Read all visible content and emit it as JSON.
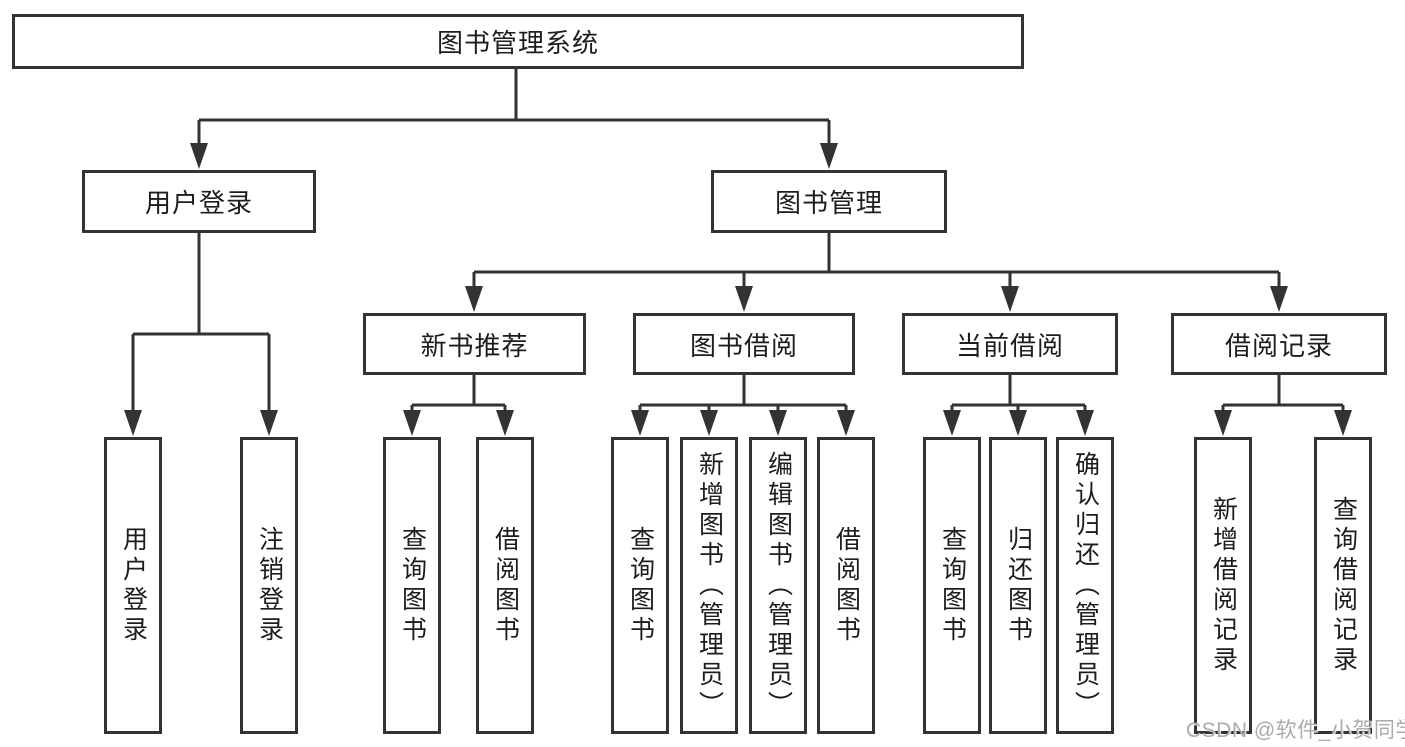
{
  "diagram": {
    "title_node": {
      "label": "图书管理系统"
    },
    "level2": [
      {
        "id": "user-login",
        "label": "用户登录"
      },
      {
        "id": "book-management",
        "label": "图书管理"
      }
    ],
    "level3": [
      {
        "id": "new-book-recommend",
        "label": "新书推荐"
      },
      {
        "id": "book-borrowing",
        "label": "图书借阅"
      },
      {
        "id": "current-borrowing",
        "label": "当前借阅"
      },
      {
        "id": "borrowing-records",
        "label": "借阅记录"
      }
    ],
    "leaves": [
      {
        "parent": "user-login",
        "label": "用户登录"
      },
      {
        "parent": "user-login",
        "label": "注销登录"
      },
      {
        "parent": "new-book-recommend",
        "label": "查询图书"
      },
      {
        "parent": "new-book-recommend",
        "label": "借阅图书"
      },
      {
        "parent": "book-borrowing",
        "label": "查询图书"
      },
      {
        "parent": "book-borrowing",
        "label": "新增图书（管理员）"
      },
      {
        "parent": "book-borrowing",
        "label": "编辑图书（管理员）"
      },
      {
        "parent": "book-borrowing",
        "label": "借阅图书"
      },
      {
        "parent": "current-borrowing",
        "label": "查询图书"
      },
      {
        "parent": "current-borrowing",
        "label": "归还图书"
      },
      {
        "parent": "current-borrowing",
        "label": "确认归还（管理员）"
      },
      {
        "parent": "borrowing-records",
        "label": "新增借阅记录"
      },
      {
        "parent": "borrowing-records",
        "label": "查询借阅记录"
      }
    ]
  },
  "watermark": {
    "text": "CSDN @软件_小贺同学"
  },
  "colors": {
    "line": "#333333",
    "text": "#1d1d1d",
    "watermark": "#ababab",
    "background": "#ffffff"
  }
}
